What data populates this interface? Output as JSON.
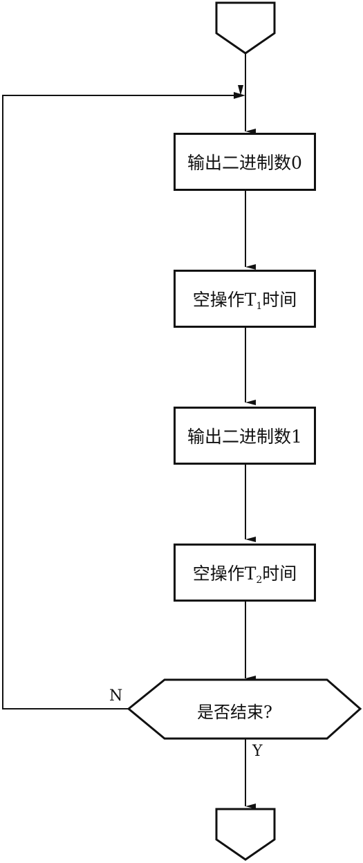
{
  "flowchart": {
    "steps": [
      {
        "text": "输出二进制数0"
      },
      {
        "prefix": "空操作T",
        "sub": "1",
        "suffix": "时间"
      },
      {
        "text": "输出二进制数1"
      },
      {
        "prefix": "空操作T",
        "sub": "2",
        "suffix": "时间"
      }
    ],
    "decision": {
      "text": "是否结束?",
      "no_label": "N",
      "yes_label": "Y"
    }
  }
}
